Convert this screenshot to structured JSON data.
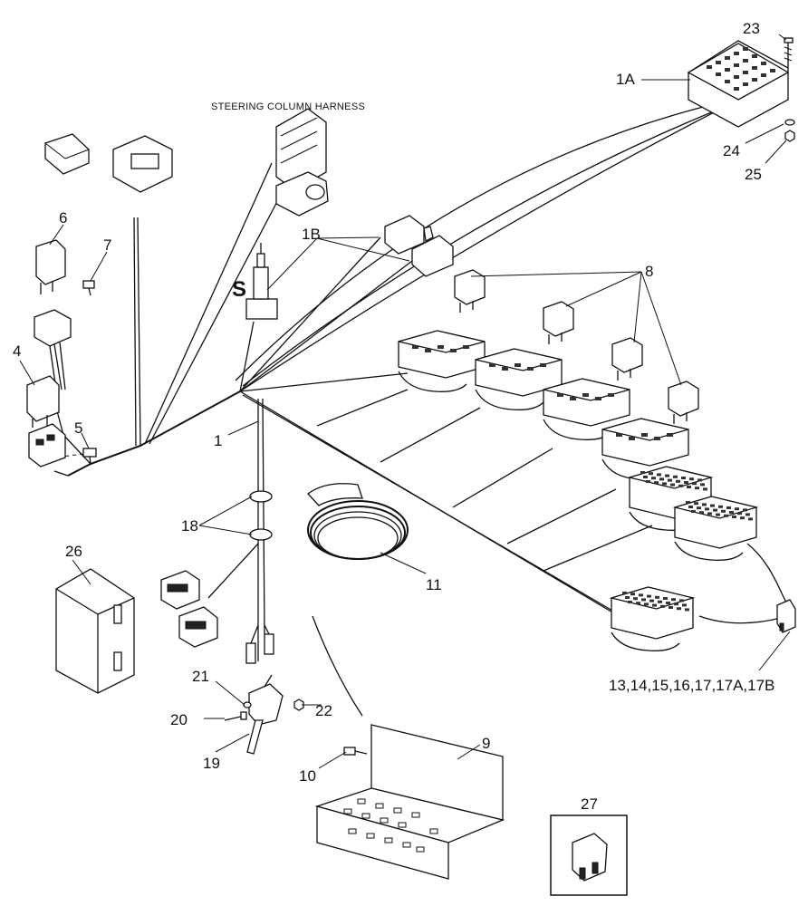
{
  "diagram": {
    "heading": "STEERING COLUMN HARNESS",
    "s_marker": "S",
    "callouts": {
      "c1": "1",
      "c1a": "1A",
      "c1b": "1B",
      "c4": "4",
      "c5": "5",
      "c6": "6",
      "c7": "7",
      "c8": "8",
      "c9": "9",
      "c10": "10",
      "c11": "11",
      "c13to17": "13,14,15,16,17,17A,17B",
      "c18": "18",
      "c19": "19",
      "c20": "20",
      "c21": "21",
      "c22": "22",
      "c23": "23",
      "c24": "24",
      "c25": "25",
      "c26": "26",
      "c27": "27"
    }
  }
}
